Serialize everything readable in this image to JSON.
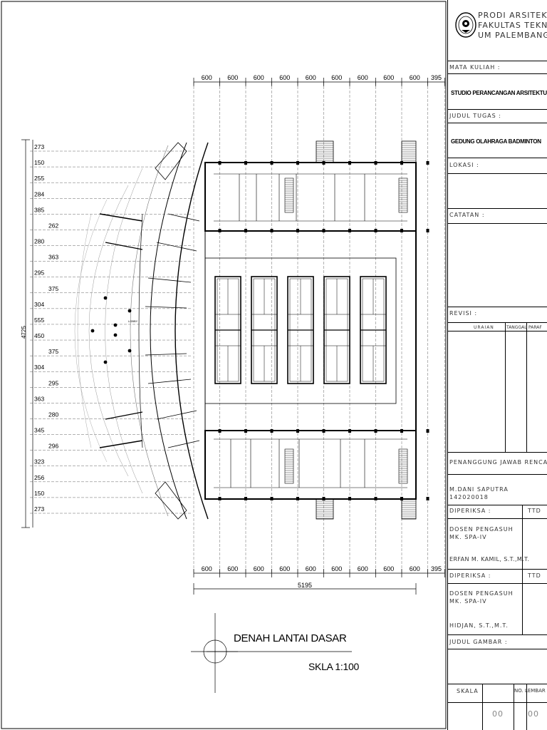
{
  "plan": {
    "top_dims": [
      "600",
      "600",
      "600",
      "600",
      "600",
      "600",
      "600",
      "600",
      "600",
      "395"
    ],
    "bottom_dims": [
      "600",
      "600",
      "600",
      "600",
      "600",
      "600",
      "600",
      "600",
      "600",
      "395"
    ],
    "total_width": "5195",
    "left_dims": [
      "273",
      "150",
      "255",
      "284",
      "385",
      "262",
      "280",
      "363",
      "295",
      "375",
      "304",
      "555",
      "450",
      "375",
      "304",
      "295",
      "363",
      "280",
      "345",
      "296",
      "323",
      "256",
      "150",
      "273"
    ],
    "total_height": "4725",
    "room_label": "LOBBY"
  },
  "drawing_title": {
    "name": "DENAH LANTAI DASAR",
    "scale": "SKLA 1:100"
  },
  "title_block": {
    "institution": [
      "PRODI ARSITEKTUR",
      "FAKULTAS TEKNIK",
      "UM PALEMBANG"
    ],
    "mata_kuliah_label": "MATA KULIAH :",
    "mata_kuliah_value": "STUDIO PERANCANGAN ARSITEKTUR IV",
    "judul_tugas_label": "JUDUL TUGAS :",
    "judul_tugas_value": "GEDUNG OLAHRAGA BADMINTON",
    "lokasi_label": "LOKASI :",
    "catatan_label": "CATATAN :",
    "revisi_label": "REVISI :",
    "revisi_cols": [
      "URAIAN",
      "TANGGAL",
      "PARAF"
    ],
    "penanggung_label": "PENANGGUNG JAWAB RENCANA :",
    "student_name": "M.DANI SAPUTRA",
    "student_id": "142020018",
    "diperiksa_label_1": "DIPERIKSA :",
    "ttd_1": "TTD",
    "dosen_label_1": "DOSEN PENGASUH",
    "dosen_course_1": "MK. SPA-IV",
    "dosen_name_1": "ERFAN M. KAMIL, S.T.,M.T.",
    "diperiksa_label_2": "DIPERIKSA :",
    "ttd_2": "TTD",
    "dosen_label_2": "DOSEN PENGASUH",
    "dosen_course_2": "MK. SPA-IV",
    "dosen_name_2": "HIDJAN, S.T.,M.T.",
    "judul_gambar_label": "JUDUL GAMBAR :",
    "skala_label": "SKALA",
    "no_lembar_label": "NO. LEMBAR",
    "lembar_value_1": "00",
    "lembar_value_2": "00"
  }
}
